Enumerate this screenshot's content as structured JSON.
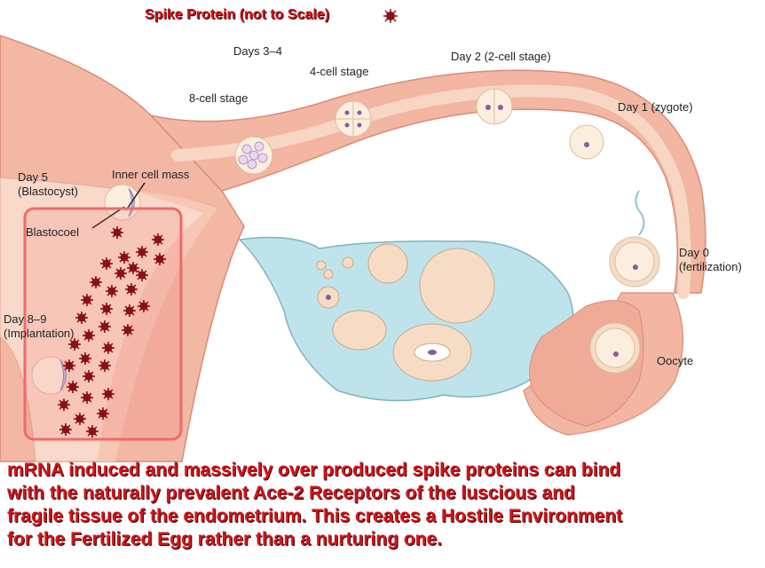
{
  "title": "Spike Protein (not to Scale)",
  "labels": {
    "days_3_4": "Days 3–4",
    "four_cell": "4-cell stage",
    "eight_cell": "8-cell stage",
    "day2": "Day 2 (2-cell stage)",
    "day1": "Day 1 (zygote)",
    "day5_line1": "Day 5",
    "day5_line2": "(Blastocyst)",
    "inner_cell_mass": "Inner cell mass",
    "blastocoel": "Blastocoel",
    "day0_line1": "Day 0",
    "day0_line2": "(fertilization)",
    "day89_line1": "Day 8–9",
    "day89_line2": "(Implantation)",
    "oocyte": "Oocyte"
  },
  "caption": {
    "line1": "mRNA induced and massively over produced spike proteins can bind",
    "line2": "with the naturally prevalent Ace-2 Receptors of the luscious and",
    "line3": "fragile tissue of the endometrium.  This creates a Hostile Environment",
    "line4": "for the Fertilized Egg rather than a nurturing one."
  },
  "colors": {
    "tube": "#f2b6a2",
    "tube_inner": "#f8d6c4",
    "uterus": "#f3b8a4",
    "ovary": "#bfe3ea",
    "spike": "#8b1018",
    "highlight_box": "#f06a6a",
    "caption_text": "#d0161d"
  },
  "icons": [
    "spike-protein-icon"
  ]
}
